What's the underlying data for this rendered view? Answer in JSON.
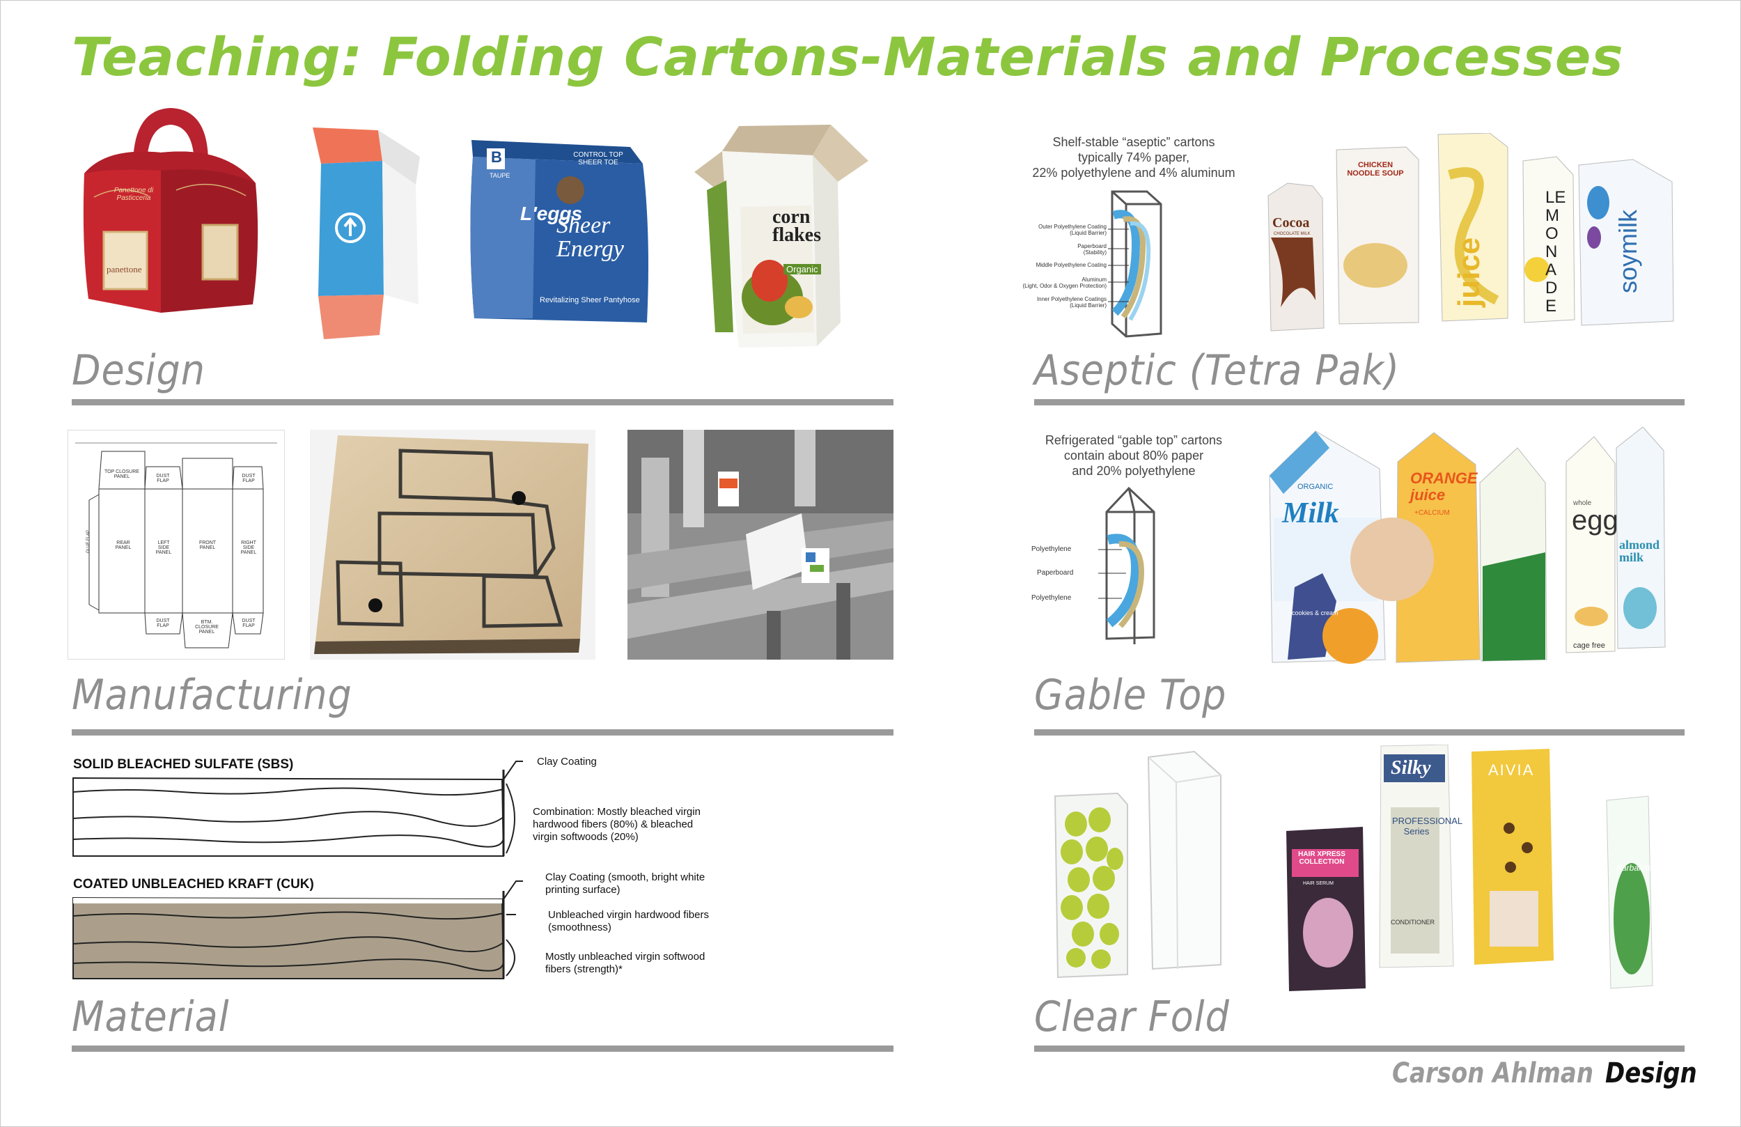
{
  "title": "Teaching: Folding Cartons-Materials and Processes",
  "sections": {
    "design": "Design",
    "manufacturing": "Manufacturing",
    "material": "Material",
    "aseptic": "Aseptic (Tetra Pak)",
    "gable_top": "Gable Top",
    "clear_fold": "Clear Fold"
  },
  "colors": {
    "title_green": "#8cc63f",
    "label_gray": "#8f8f8f",
    "rule_gray": "#9a9a9a"
  },
  "aseptic_info": {
    "caption": [
      "Shelf-stable “aseptic” cartons",
      "typically 74% paper,",
      "22% polyethylene and 4% aluminum"
    ],
    "layers": [
      "Outer Polyethylene Coating",
      "(Liquid Barrier)",
      "Paperboard",
      "(Stability)",
      "Middle Polyethylene Coating",
      "Aluminum",
      "(Light, Odor & Oxygen Protection)",
      "Inner Polyethylene Coatings",
      "(Liquid Barrier)"
    ]
  },
  "gable_info": {
    "caption": [
      "Refrigerated “gable top” cartons",
      "contain about 80% paper",
      "and 20% polyethylene"
    ],
    "layers": [
      "Polyethylene",
      "Paperboard",
      "Polyethylene"
    ]
  },
  "design_products": {
    "panettone": "panettone",
    "panettone_script": "Panettone di Pasticceria",
    "sheer_brand": "L'eggs",
    "sheer_name": "Sheer Energy",
    "sheer_tag": "Revitalizing Sheer Pantyhose",
    "sheer_size": "B",
    "sheer_size_label": "TAUPE",
    "sheer_note": "CONTROL TOP SHEER TOE",
    "corn": "corn flakes",
    "corn_tag": "Organic"
  },
  "aseptic_products": {
    "cocoa": "Cocoa",
    "cocoa_sub": "CHOCOLATE MILK",
    "soup": "CHICKEN NOODLE SOUP",
    "juice": "juice",
    "lemonade": "LEMONADE",
    "soymilk": "soymilk"
  },
  "gable_products": {
    "milk": "Milk",
    "organic": "ORGANIC",
    "oj": "ORANGE juice",
    "calcium": "+CALCIUM",
    "egg": "egg",
    "whole": "whole",
    "cage_free": "cage free",
    "almond": "almond milk",
    "cookies": "cookies & cream"
  },
  "clear_products": {
    "hair": "HAIR XPRESS COLLECTION",
    "hair_sub": "HAIR SERUM",
    "silky": "Silky",
    "pro": "PROFESSIONAL Series",
    "conditioner": "CONDITIONER",
    "aivia": "AIVIA",
    "barbaleta": "Barbaleta"
  },
  "dieline": {
    "top_closure": "TOP CLOSURE PANEL",
    "dust_flap": "DUST FLAP",
    "rear": "REAR PANEL",
    "left": "LEFT SIDE PANEL",
    "front": "FRONT PANEL",
    "right": "RIGHT SIDE PANEL",
    "btm": "BTM. CLOSURE PANEL",
    "glue": "GLUE FLAP"
  },
  "material": {
    "sbs_title": "SOLID BLEACHED SULFATE (SBS)",
    "sbs_notes": [
      "Clay Coating",
      "Combination:  Mostly bleached virgin",
      "hardwood fibers (80%) & bleached",
      "virgin softwoods (20%)"
    ],
    "cuk_title": "COATED UNBLEACHED KRAFT (CUK)",
    "cuk_notes": [
      "Clay Coating (smooth, bright white",
      "printing surface)",
      "Unbleached virgin hardwood fibers",
      "(smoothness)",
      "Mostly unbleached virgin softwood",
      "fibers (strength)*"
    ]
  },
  "footer": {
    "name": "Carson Ahlman",
    "role": "Design"
  }
}
